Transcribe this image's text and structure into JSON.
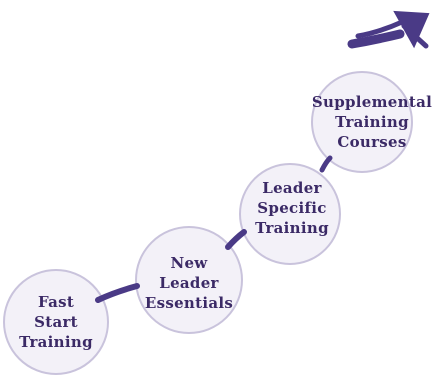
{
  "steps": [
    {
      "lines": [
        "Fast",
        "Start",
        "Training"
      ]
    },
    {
      "lines": [
        "New",
        "Leader",
        "Essentials"
      ]
    },
    {
      "lines": [
        "Leader",
        "Specific",
        "Training"
      ]
    },
    {
      "lines": [
        "Supplemental",
        "Training",
        "Courses"
      ]
    }
  ],
  "colors": {
    "accent": "#4a3a86",
    "circle_stroke": "#c9c3dc",
    "circle_fill": "#f3f1f8",
    "text": "#3b2a66"
  },
  "icons": {
    "arrow": "arrow-up-right-icon"
  }
}
